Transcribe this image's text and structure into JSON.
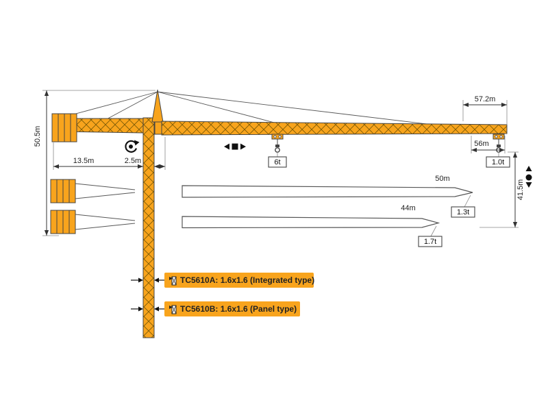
{
  "dims": {
    "jib_overall": "57.2m",
    "tip_radius": "56m",
    "tower_height": "50.5m",
    "counter_jib": "13.5m",
    "jib_offset": "2.5m",
    "right_height": "41.5m"
  },
  "loads": {
    "trolley": "6t",
    "tip_main": "1.0t",
    "tip_50": "1.3t",
    "tip_44": "1.7t"
  },
  "jib_variants": {
    "v50": "50m",
    "v44": "44m"
  },
  "models": {
    "a": "TC5610A: 1.6x1.6 (Integrated type)",
    "b": "TC5610B: 1.6x1.6 (Panel type)"
  },
  "colors": {
    "crane_orange": "#F8A41D",
    "outline": "#444444",
    "dim_line": "#333333",
    "badge_bg": "#FFFFFF"
  },
  "icons": {
    "slew": "rotation-icon",
    "trolley_travel": "trolley-travel-icon",
    "hoist": "hoist-arrows-icon",
    "mast_section": "mast-section-icon"
  }
}
